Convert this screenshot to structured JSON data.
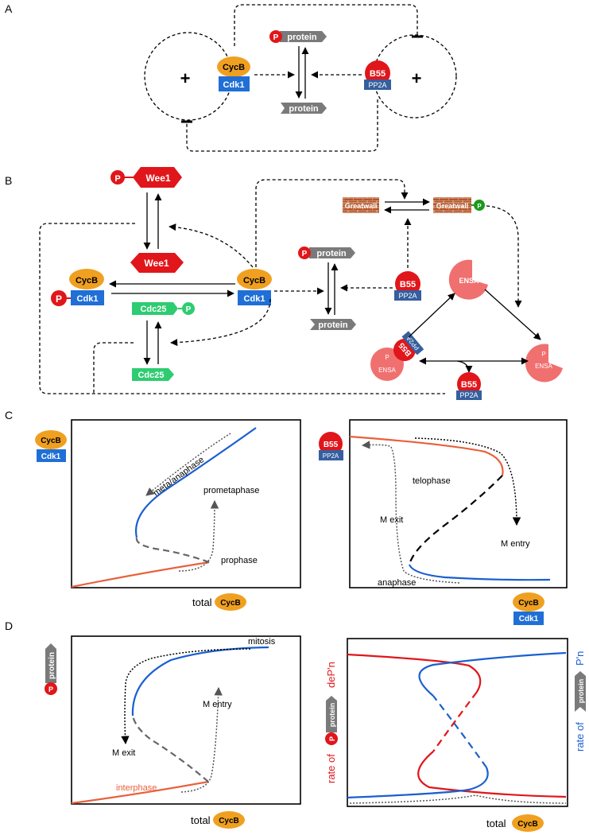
{
  "panels": {
    "a": "A",
    "b": "B",
    "c": "C",
    "d": "D"
  },
  "labels": {
    "cycb": "CycB",
    "cdk1": "Cdk1",
    "b55": "B55",
    "pp2a": "PP2A",
    "p": "P",
    "protein": "protein",
    "plus": "+",
    "wee1": "Wee1",
    "cdc25": "Cdc25",
    "greatwall": "Greatwall",
    "ensa": "ENSA"
  },
  "panel_c": {
    "left": {
      "xlabel": "total",
      "phases": [
        "meta/anaphase",
        "prometaphase",
        "prophase"
      ]
    },
    "right": {
      "phases": [
        "telophase",
        "M exit",
        "M entry",
        "anaphase"
      ]
    }
  },
  "panel_d": {
    "left": {
      "xlabel": "total",
      "phases": [
        "mitosis",
        "M entry",
        "M exit",
        "interphase"
      ]
    },
    "right": {
      "xlabel": "total",
      "ylabel_left_prefix": "rate of",
      "ylabel_left_suffix": "deP'n",
      "ylabel_right_prefix": "rate of",
      "ylabel_right_suffix": "P'n"
    }
  },
  "colors": {
    "cycb": "#f0a020",
    "cdk1": "#1f6fd6",
    "b55": "#e0161b",
    "pp2a": "#355f9e",
    "grey": "#7a7a7a",
    "green": "#2ecc71",
    "ensa": "#f07070",
    "red_curve": "#e8603c",
    "blue_curve": "#1a5fd0",
    "brick": "#b5542a"
  }
}
